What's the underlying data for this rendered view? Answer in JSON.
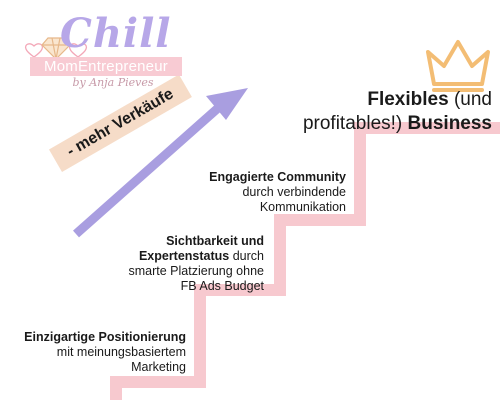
{
  "logo": {
    "title": "Chill",
    "subtitle": "MomEntrepreneur",
    "byline": "by Anja Pieves",
    "icons": [
      "heart-icon",
      "diamond-icon",
      "heart-icon"
    ],
    "colors": {
      "lilac": "#b7a7e8",
      "pink": "#f8cbd3",
      "byline": "#c79aa8"
    }
  },
  "arrow": {
    "label": "- mehr Verkäufe",
    "color": "#a99ee0",
    "label_bg": "#f6dcc8"
  },
  "goal": {
    "line1_bold": "Flexibles",
    "line1_rest": " (und",
    "line2_rest": "profitables!) ",
    "line2_bold": "Business",
    "icon": "crown-icon",
    "crown_color": "#f3bd74"
  },
  "steps": [
    {
      "title": "Einzigartige Positionierung",
      "text_lines": [
        "mit meinungsbasiertem",
        "Marketing"
      ]
    },
    {
      "title_lines": [
        "Sichtbarkeit und",
        "Expertenstatus"
      ],
      "inline_after_title": " durch",
      "text_lines": [
        "smarte Platzierung ohne",
        "FB Ads Budget"
      ]
    },
    {
      "title": "Engagierte Community",
      "text_lines": [
        "durch verbindende",
        "Kommunikation"
      ]
    }
  ],
  "stair_color": "#f7c9cf"
}
